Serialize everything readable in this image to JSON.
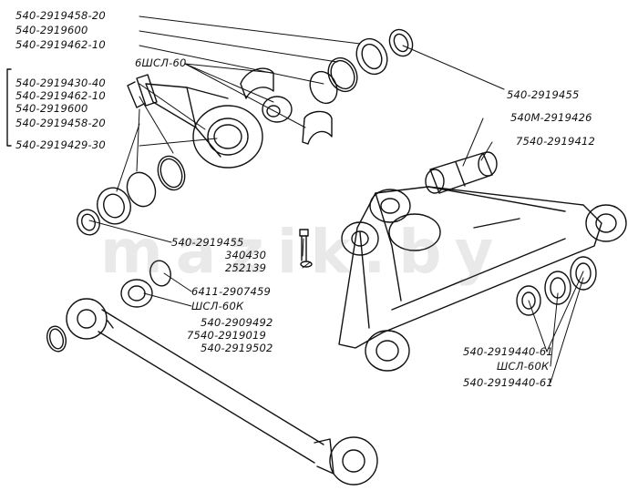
{
  "watermark": "mazik.by",
  "labels": {
    "l01": "540-2919458-20",
    "l02": "540-2919600",
    "l03": "540-2919462-10",
    "l04": "6ШСЛ-60",
    "l05": "540-2919430-40",
    "l06": "540-2919462-10",
    "l07": "540-2919600",
    "l08": "540-2919458-20",
    "l09": "540-2919429-30",
    "l10": "540-2919455",
    "l11": "540М-2919426",
    "l12": "7540-2919412",
    "l13": "540-2919455",
    "l14": "340430",
    "l15": "252139",
    "l16": "6411-2907459",
    "l17": "ШСЛ-60К",
    "l18": "540-2909492",
    "l19": "7540-2919019",
    "l20": "540-2919502",
    "l21": "540-2919440-61",
    "l22": "ШСЛ-60К",
    "l23": "540-2919440-61"
  }
}
